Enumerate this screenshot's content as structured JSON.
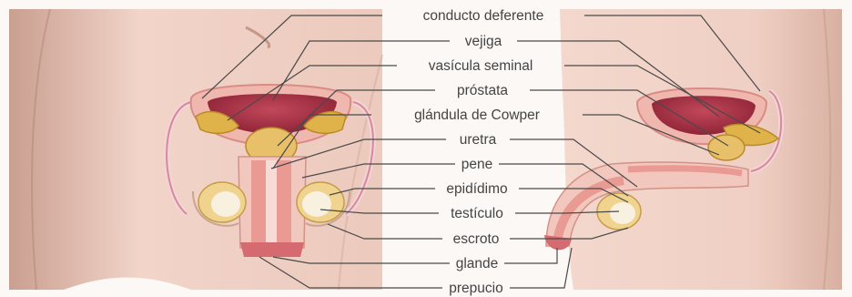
{
  "diagram": {
    "labels": [
      {
        "id": "conducto-deferente",
        "text": "conducto deferente"
      },
      {
        "id": "vejiga",
        "text": "vejiga"
      },
      {
        "id": "vesicula-seminal",
        "text": "vasícula seminal"
      },
      {
        "id": "prostata",
        "text": "próstata"
      },
      {
        "id": "glandula-cowper",
        "text": "glándula de Cowper"
      },
      {
        "id": "uretra",
        "text": "uretra"
      },
      {
        "id": "pene",
        "text": "pene"
      },
      {
        "id": "epididimo",
        "text": "epidídimo"
      },
      {
        "id": "testiculo",
        "text": "testículo"
      },
      {
        "id": "escroto",
        "text": "escroto"
      },
      {
        "id": "glande",
        "text": "glande"
      },
      {
        "id": "prepucio",
        "text": "prepucio"
      }
    ]
  }
}
